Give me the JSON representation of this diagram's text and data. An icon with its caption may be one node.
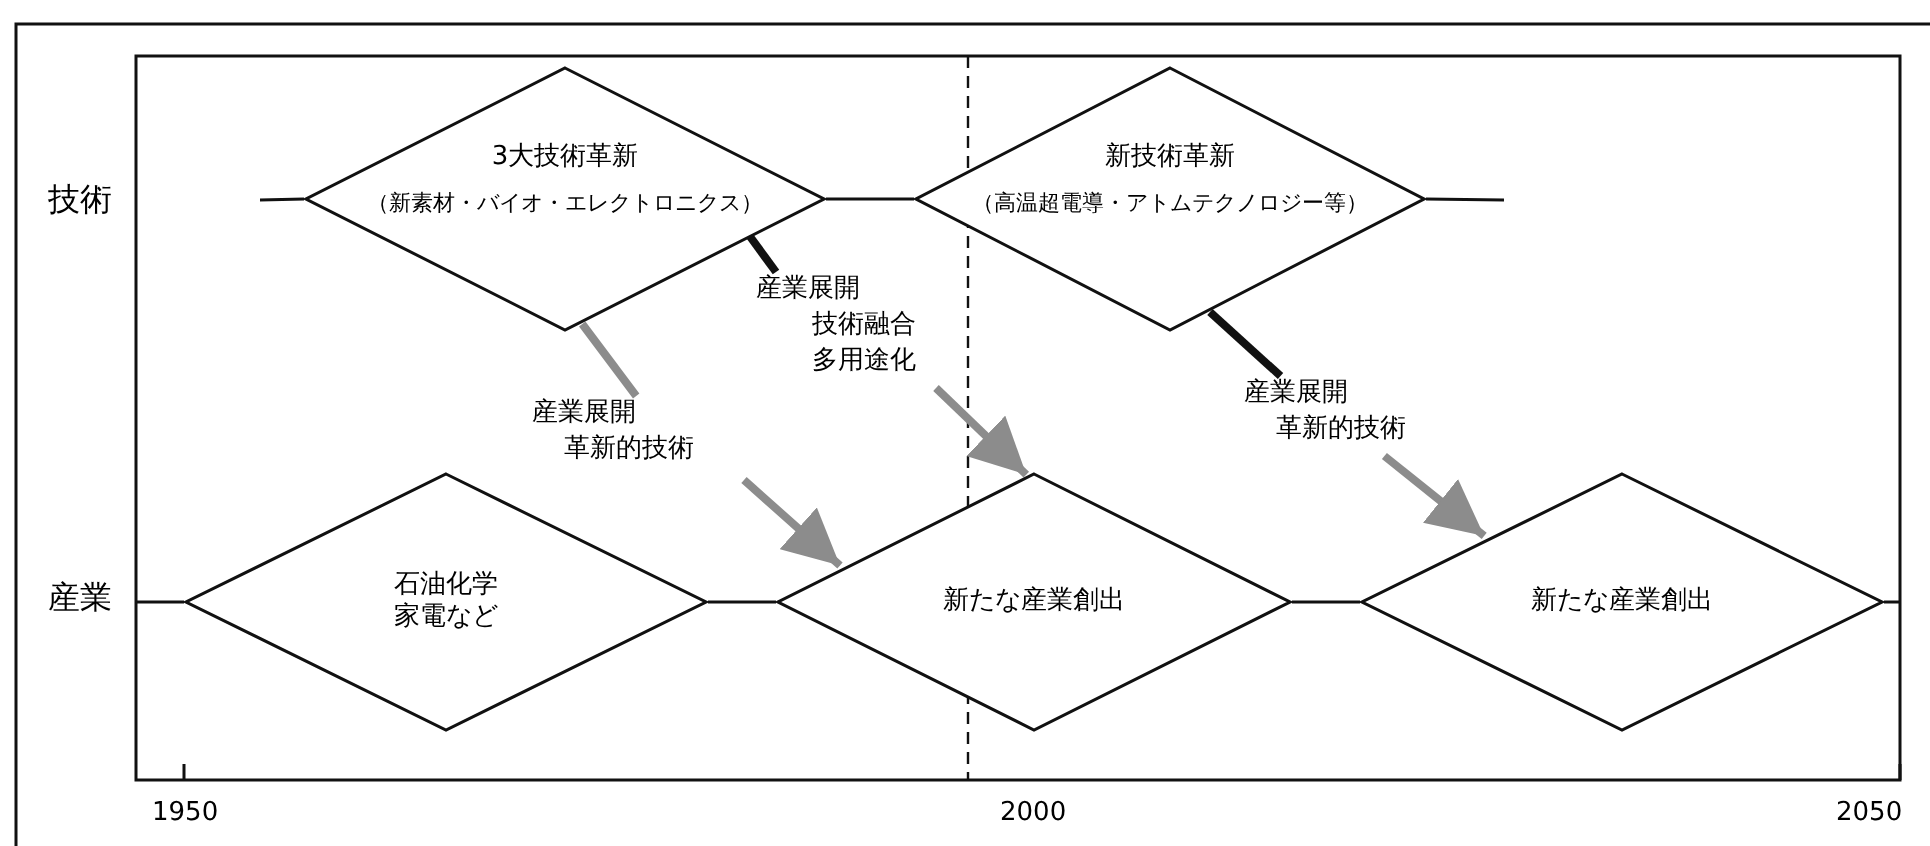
{
  "diagram": {
    "nodes": [
      {
        "text": [
          "3大技術革新",
          "（新素材・バイオ・エレクトロニクス）"
        ]
      },
      {
        "text": [
          "新技術革新",
          "（高温超電導・アトムテクノロジー等）"
        ]
      },
      {
        "text": [
          "産業展開",
          "革新的技術"
        ]
      },
      {
        "text": [
          "産業展開",
          "技術融合",
          "多用途化"
        ]
      },
      {
        "text": [
          "産業展開",
          "革新的技術"
        ]
      },
      {
        "text": [
          "石油化学",
          "家電など"
        ]
      },
      {
        "text": [
          "新たな産業創出"
        ]
      },
      {
        "text": [
          "新たな産業創出"
        ]
      }
    ],
    "edges": [
      {
        "from": null,
        "to": 0,
        "arrow": "none"
      },
      {
        "from": 0,
        "to": 1,
        "arrow": "none"
      },
      {
        "from": 1,
        "to": null,
        "arrow": "none"
      },
      {
        "from": null,
        "to": 5,
        "arrow": "none"
      },
      {
        "from": 5,
        "to": 6,
        "arrow": "none"
      },
      {
        "from": 6,
        "to": 7,
        "arrow": "none"
      },
      {
        "from": 7,
        "to": null,
        "arrow": "none"
      },
      {
        "from": 0,
        "to": 2,
        "arrow": "none",
        "style": "thick",
        "color": "#8c8c8c"
      },
      {
        "from": 2,
        "to": 6,
        "arrow": "to",
        "style": "thick",
        "color": "#8c8c8c"
      },
      {
        "from": 0,
        "to": 3,
        "arrow": "none",
        "style": "thick"
      },
      {
        "from": 3,
        "to": 6,
        "arrow": "to",
        "style": "thick",
        "color": "#8c8c8c"
      },
      {
        "from": 1,
        "to": 4,
        "arrow": "none",
        "style": "thick"
      },
      {
        "from": 4,
        "to": 7,
        "arrow": "to",
        "style": "thick",
        "color": "#8c8c8c"
      }
    ],
    "labels": [
      "技術",
      "産業",
      "1950",
      "2000",
      "2050"
    ]
  }
}
